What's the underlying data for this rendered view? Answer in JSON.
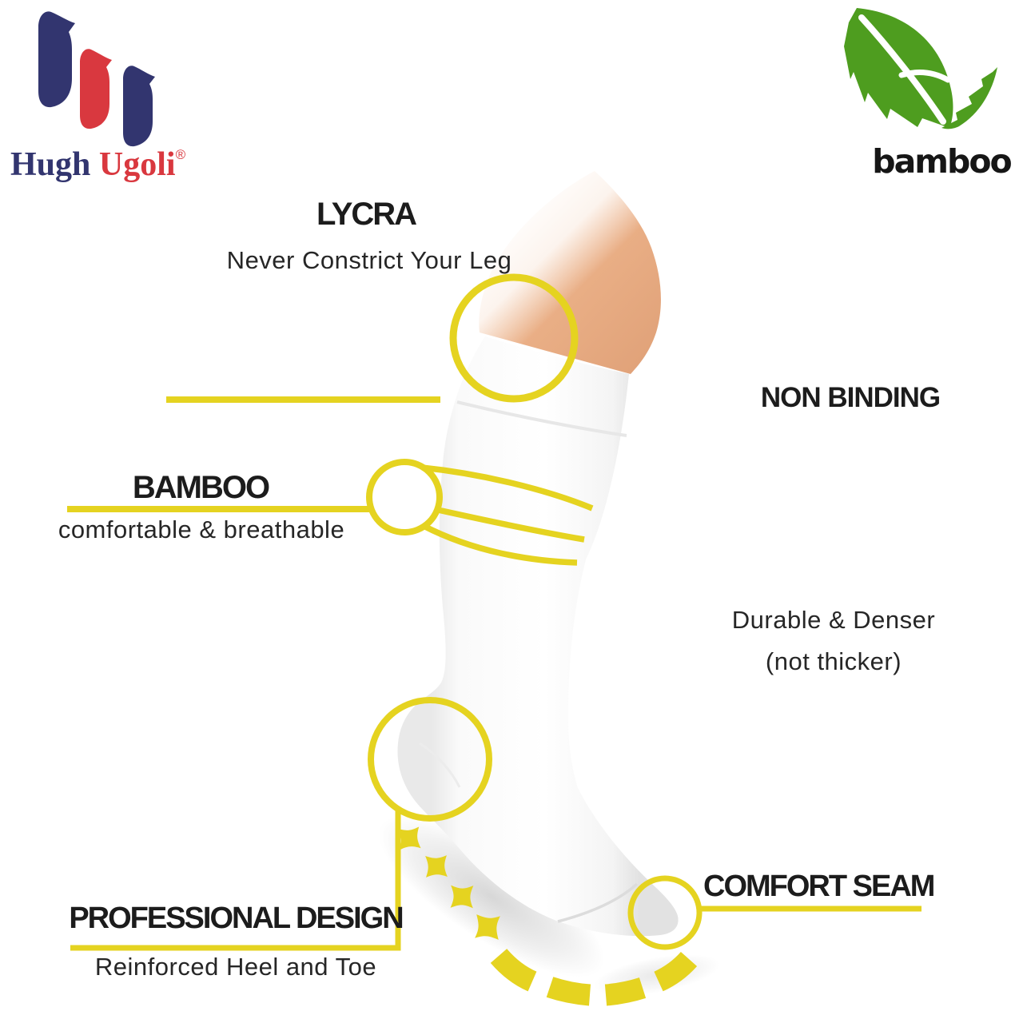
{
  "brand": {
    "word1": "Hugh",
    "word2": "Ugoli",
    "registered_mark": "®"
  },
  "badge": {
    "label": "bamboo"
  },
  "callouts": {
    "lycra": {
      "title": "LYCRA",
      "subtitle": "Never Constrict Your Leg"
    },
    "non_binding": {
      "title": "NON BINDING"
    },
    "bamboo": {
      "title": "BAMBOO",
      "subtitle": "comfortable & breathable"
    },
    "durable": {
      "line1": "Durable & Denser",
      "line2": "(not thicker)"
    },
    "professional_design": {
      "title": "PROFESSIONAL DESIGN",
      "subtitle": "Reinforced Heel and Toe"
    },
    "comfort_seam": {
      "title": "COMFORT SEAM"
    }
  },
  "colors": {
    "accent_yellow": "#e5d320",
    "brand_navy": "#32356f",
    "brand_red": "#d9383f",
    "leaf_green": "#4e9d1f",
    "text_black": "#1c1c1c",
    "skin_tone": "#ecb289",
    "sock_white": "#ffffff"
  },
  "icons": {
    "brand_logo": "hugh-ugoli-ribbon-logo",
    "badge_icon": "bamboo-leaf-icon",
    "annotations": [
      "knee-circle",
      "calf-circle",
      "heel-circle",
      "toe-circle",
      "sole-dashed-curve"
    ]
  }
}
